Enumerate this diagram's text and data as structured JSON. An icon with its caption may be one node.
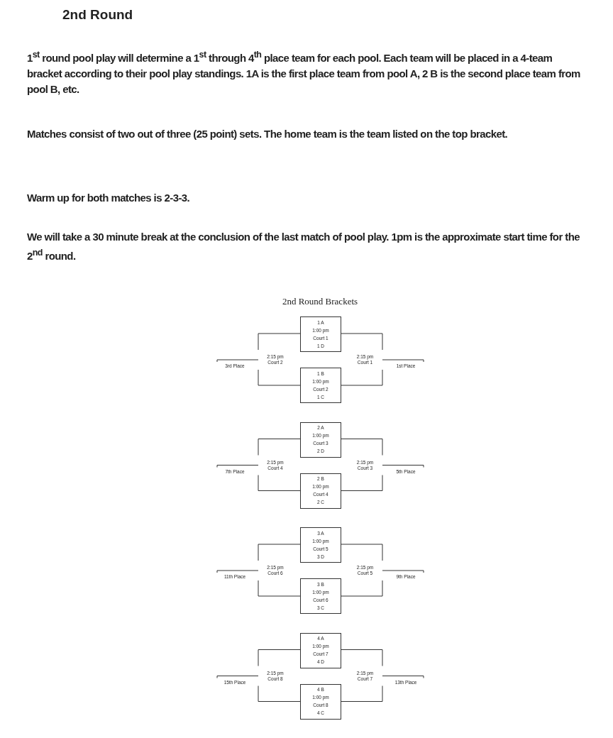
{
  "diagram": {
    "title": "2nd Round",
    "nodes": [
      {
        "text": [
          "1 A",
          "1:00 pm",
          "Court 1",
          "1 D"
        ]
      },
      {
        "text": [
          "3rd Place"
        ]
      },
      {
        "text": [
          "2:15 pm",
          "Court 2"
        ]
      },
      {
        "text": [
          "2:15 pm",
          "Court 1"
        ]
      },
      {
        "text": [
          "1st Place"
        ]
      },
      {
        "text": [
          "1 B",
          "1:00 pm",
          "Court 2",
          "1 C"
        ]
      },
      {
        "text": [
          "2 A",
          "1:00 pm",
          "Court 3",
          "2 D"
        ]
      },
      {
        "text": [
          "7th Place"
        ]
      },
      {
        "text": [
          "2:15 pm",
          "Court 4"
        ]
      },
      {
        "text": [
          "2:15 pm",
          "Court 3"
        ]
      },
      {
        "text": [
          "5th Place"
        ]
      },
      {
        "text": [
          "2 B",
          "1:00 pm",
          "Court 4",
          "2 C"
        ]
      },
      {
        "text": [
          "3 A",
          "1:00 pm",
          "Court 5",
          "3 D"
        ]
      },
      {
        "text": [
          "11th Place"
        ]
      },
      {
        "text": [
          "2:15 pm",
          "Court 6"
        ]
      },
      {
        "text": [
          "2:15 pm",
          "Court 5"
        ]
      },
      {
        "text": [
          "9th Place"
        ]
      },
      {
        "text": [
          "3 B",
          "1:00 pm",
          "Court 6",
          "3 C"
        ]
      },
      {
        "text": [
          "4 A",
          "1:00 pm",
          "Court 7",
          "4 D"
        ]
      },
      {
        "text": [
          "15th Place"
        ]
      },
      {
        "text": [
          "2:15 pm",
          "Court 8"
        ]
      },
      {
        "text": [
          "2:15 pm",
          "Court 7"
        ]
      },
      {
        "text": [
          "13th Place"
        ]
      },
      {
        "text": [
          "4 B",
          "1:00 pm",
          "Court 8",
          "4 C"
        ]
      }
    ],
    "edges": [
      {
        "from": 0,
        "to": 2,
        "arrow": "none"
      },
      {
        "from": 0,
        "to": 3,
        "arrow": "none"
      },
      {
        "from": 5,
        "to": 2,
        "arrow": "none"
      },
      {
        "from": 5,
        "to": 3,
        "arrow": "none"
      },
      {
        "from": 2,
        "to": 1,
        "arrow": "none"
      },
      {
        "from": 3,
        "to": 4,
        "arrow": "none"
      },
      {
        "from": 6,
        "to": 8,
        "arrow": "none"
      },
      {
        "from": 6,
        "to": 9,
        "arrow": "none"
      },
      {
        "from": 11,
        "to": 8,
        "arrow": "none"
      },
      {
        "from": 11,
        "to": 9,
        "arrow": "none"
      },
      {
        "from": 8,
        "to": 7,
        "arrow": "none"
      },
      {
        "from": 9,
        "to": 10,
        "arrow": "none"
      },
      {
        "from": 12,
        "to": 14,
        "arrow": "none"
      },
      {
        "from": 12,
        "to": 15,
        "arrow": "none"
      },
      {
        "from": 17,
        "to": 14,
        "arrow": "none"
      },
      {
        "from": 17,
        "to": 15,
        "arrow": "none"
      },
      {
        "from": 14,
        "to": 13,
        "arrow": "none"
      },
      {
        "from": 15,
        "to": 16,
        "arrow": "none"
      },
      {
        "from": 18,
        "to": 20,
        "arrow": "none"
      },
      {
        "from": 18,
        "to": 21,
        "arrow": "none"
      },
      {
        "from": 23,
        "to": 20,
        "arrow": "none"
      },
      {
        "from": 23,
        "to": 21,
        "arrow": "none"
      },
      {
        "from": 20,
        "to": 19,
        "arrow": "none"
      },
      {
        "from": 21,
        "to": 22,
        "arrow": "none"
      }
    ],
    "labels": [
      "1$^{st}$ round pool play will determine a 1$^{st}$ through 4$^{th}$ place team for each pool. Each team will be placed in a 4-team bracket according to their pool play standings.  1A is the first place team from pool A, 2 B is the second place team from pool B, etc.",
      "Matches consist of two out of three (25 point) sets. The home team is the team listed on the top bracket.",
      "Warm up for both matches is 2-3-3.",
      "We will take a 30 minute break at the conclusion of the last match of pool play.  1pm is the approximate start time for the 2$^{nd}$ round.",
      "2nd Round Brackets"
    ]
  }
}
